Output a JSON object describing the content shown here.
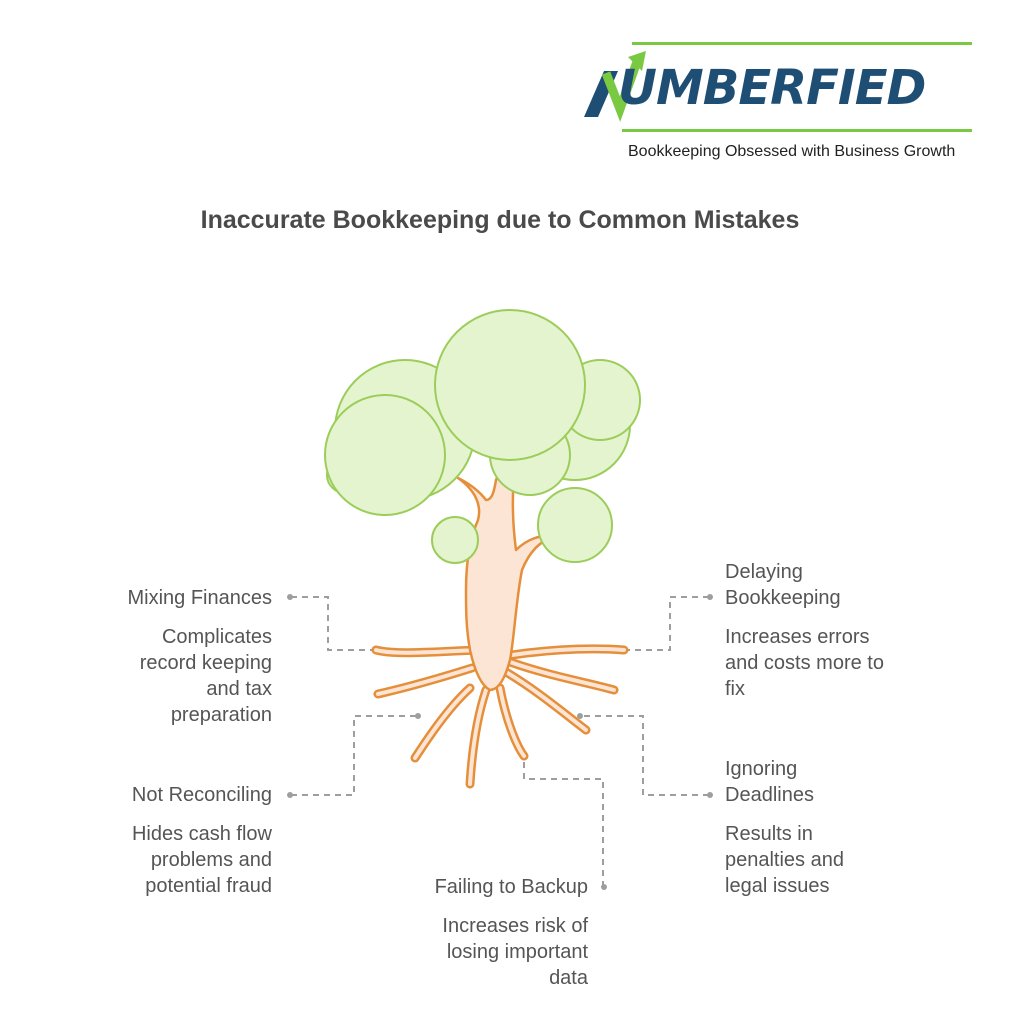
{
  "brand": {
    "name": "UMBERFIED",
    "tagline": "Bookkeeping Obsessed with Business Growth",
    "colors": {
      "navy": "#1f4e74",
      "green": "#7ac943"
    }
  },
  "title": "Inaccurate Bookkeeping due to Common Mistakes",
  "diagram": {
    "colors": {
      "foliage_fill": "#e4f4cf",
      "foliage_stroke": "#9ccd5a",
      "trunk_fill": "#fde5d6",
      "trunk_stroke": "#e58f3b",
      "connector": "#9e9e9e"
    },
    "mistakes": [
      {
        "heading": "Mixing Finances",
        "description": [
          "Complicates",
          "record keeping",
          "and tax",
          "preparation"
        ]
      },
      {
        "heading": "Not Reconciling",
        "description": [
          "Hides cash flow",
          "problems and",
          "potential fraud"
        ]
      },
      {
        "heading": "Failing to Backup",
        "description": [
          "Increases risk of",
          "losing important",
          "data"
        ]
      },
      {
        "heading": [
          "Delaying",
          "Bookkeeping"
        ],
        "description": [
          "Increases errors",
          "and costs more to",
          "fix"
        ]
      },
      {
        "heading": [
          "Ignoring",
          "Deadlines"
        ],
        "description": [
          "Results in",
          "penalties and",
          "legal issues"
        ]
      }
    ]
  }
}
